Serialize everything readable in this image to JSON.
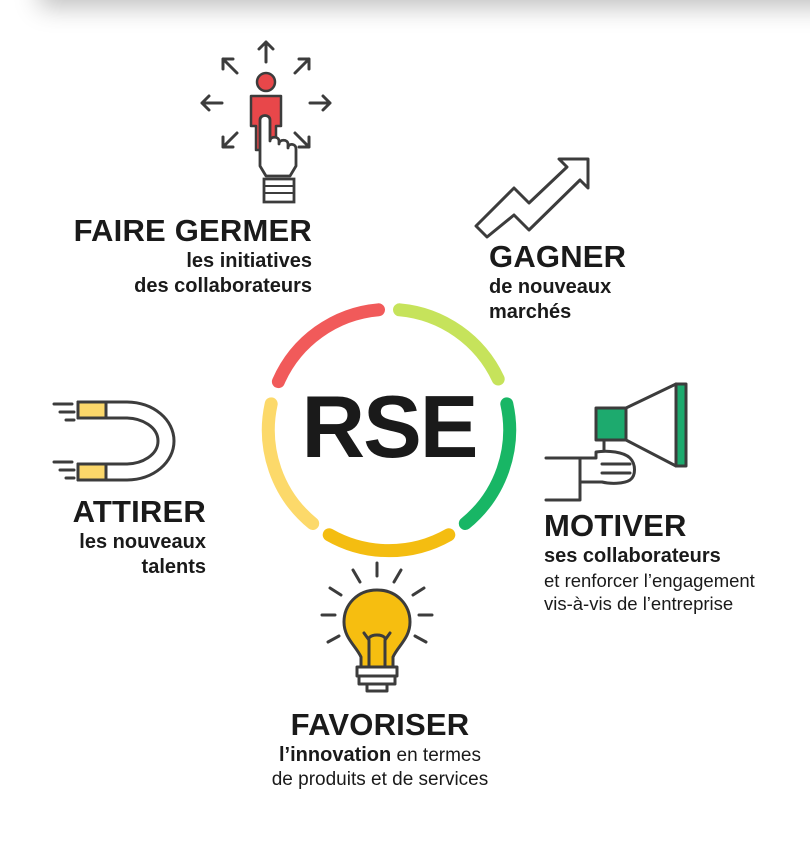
{
  "center": {
    "label": "RSE"
  },
  "ring_colors": [
    "#f15a5a",
    "#c6e35b",
    "#18b665",
    "#f4bd11",
    "#fcd96a"
  ],
  "items": [
    {
      "id": "faire-germer",
      "title": "FAIRE GERMER",
      "line1": "les initiatives",
      "line2": "des collaborateurs",
      "icon": "person-touch-icon",
      "accent": "#e8474a"
    },
    {
      "id": "gagner",
      "title": "GAGNER",
      "line1": "de nouveaux",
      "line2": "marchés",
      "icon": "rising-arrow-icon"
    },
    {
      "id": "motiver",
      "title": "MOTIVER",
      "line1": "ses collaborateurs",
      "line2": "et renforcer l’engagement",
      "line3": "vis-à-vis de l’entreprise",
      "icon": "megaphone-icon",
      "accent": "#1daa6e"
    },
    {
      "id": "favoriser",
      "title": "FAVORISER",
      "bold": "l’innovation",
      "rest": " en termes",
      "line2": "de produits et de services",
      "icon": "lightbulb-icon",
      "accent": "#f6be10"
    },
    {
      "id": "attirer",
      "title": "ATTIRER",
      "line1": "les nouveaux",
      "line2": "talents",
      "icon": "magnet-icon",
      "accent": "#fbd76a"
    }
  ]
}
